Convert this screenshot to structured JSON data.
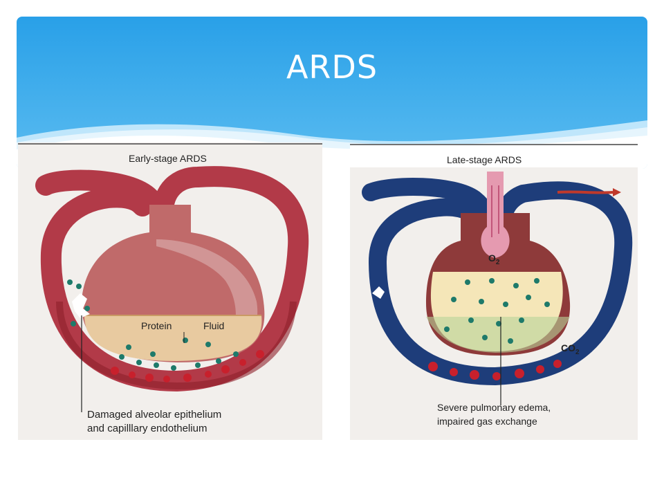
{
  "slide": {
    "title": "ARDS",
    "accent": "#3aa7e6"
  },
  "early": {
    "heading": "Early-stage ARDS",
    "protein": "Protein",
    "fluid": "Fluid",
    "caption_line1": "Damaged alveolar epithelium",
    "caption_line2": "and capilllary endothelium"
  },
  "late": {
    "heading": "Late-stage ARDS",
    "o2": "O",
    "o2_sub": "2",
    "co2": "CO",
    "co2_sub": "2",
    "caption_line1": "Severe pulmonary edema,",
    "caption_line2": "impaired gas exchange"
  }
}
